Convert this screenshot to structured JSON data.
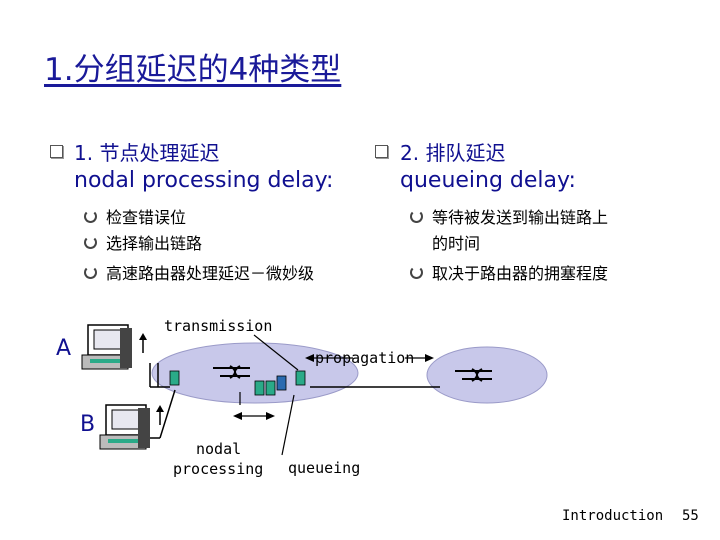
{
  "title": "1.分组延迟的4种类型",
  "left_col": {
    "heading": "1. 节点处理延迟",
    "subheading": "nodal processing delay:",
    "bullets": [
      "检查错误位",
      "选择输出链路",
      "高速路由器处理延迟－微妙级"
    ]
  },
  "right_col": {
    "heading": "2. 排队延迟",
    "subheading": "queueing delay:",
    "bullets": [
      "等待被发送到输出链路上",
      "的时间",
      "取决于路由器的拥塞程度"
    ]
  },
  "diagram": {
    "host_a": "A",
    "host_b": "B",
    "transmission": "transmission",
    "propagation": "propagation",
    "nodal_line1": "nodal",
    "nodal_line2": "processing",
    "queueing": "queueing"
  },
  "footer": {
    "topic": "Introduction",
    "page": "55"
  }
}
